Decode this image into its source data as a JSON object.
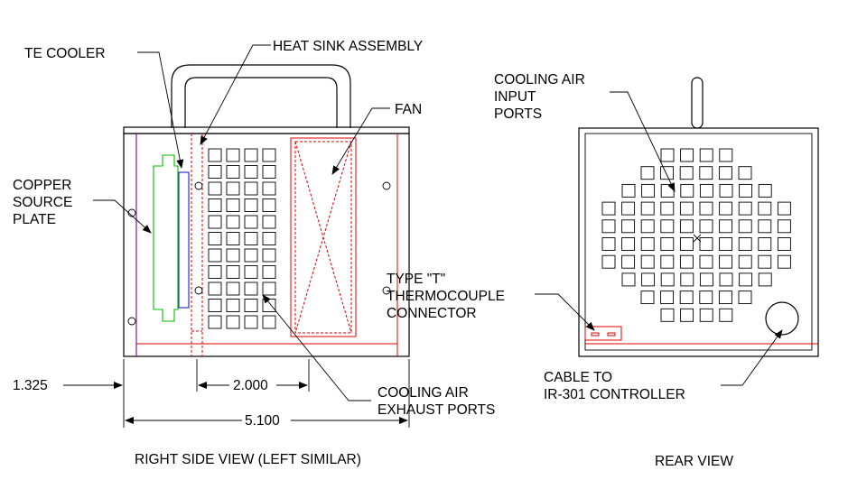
{
  "labels": {
    "te_cooler": "TE COOLER",
    "heat_sink_assembly": "HEAT SINK ASSEMBLY",
    "fan": "FAN",
    "copper_source_plate": [
      "COPPER",
      "SOURCE",
      "PLATE"
    ],
    "cooling_air_input_ports": [
      "COOLING AIR",
      "INPUT",
      "PORTS"
    ],
    "thermocouple_connector": [
      "TYPE \"T\"",
      "THERMOCOUPLE",
      "CONNECTOR"
    ],
    "cooling_air_exhaust_ports": [
      "COOLING AIR",
      "EXHAUST PORTS"
    ],
    "cable": [
      "CABLE TO",
      "IR-301 CONTROLLER"
    ]
  },
  "dimensions": {
    "overall_height": "1.325",
    "port_spacing": "2.000",
    "overall_width": "5.100"
  },
  "views": {
    "right_side": "RIGHT SIDE VIEW (LEFT SIMILAR)",
    "rear": "REAR VIEW"
  },
  "colors": {
    "outline": "#000000",
    "hidden_red": "#e00000",
    "copper_plate": "#00c000",
    "te_cooler": "#2020c0",
    "side_panel": "#8000a0"
  }
}
